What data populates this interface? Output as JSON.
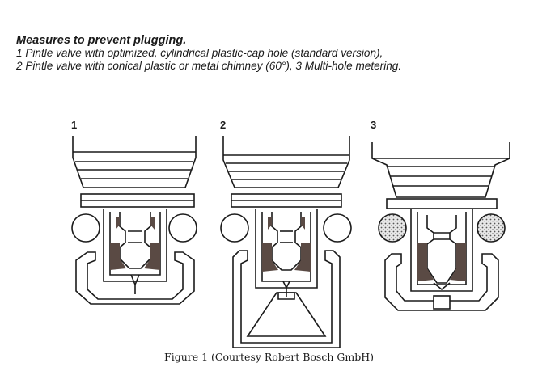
{
  "caption": {
    "heading": "Measures to prevent plugging.",
    "line1": "1 Pintle valve with optimized, cylindrical plastic-cap hole (standard version),",
    "line2": "2 Pintle valve with conical plastic or metal chimney (60°), 3 Multi-hole metering."
  },
  "valves": [
    {
      "number": "1"
    },
    {
      "number": "2"
    },
    {
      "number": "3"
    }
  ],
  "figure_caption": "Figure 1 (Courtesy Robert Bosch GmbH)",
  "colors": {
    "ink": "#1a1a1a",
    "shade": "#5a4a44",
    "fill": "#d9d9d9",
    "paper": "#ffffff"
  }
}
